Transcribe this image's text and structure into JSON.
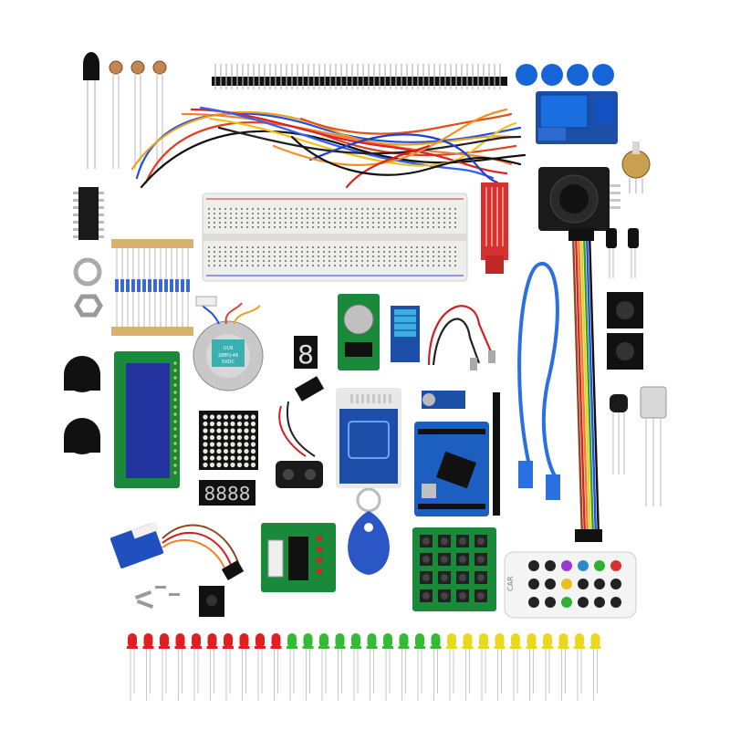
{
  "photo": {
    "background": "#ffffff"
  },
  "labels": {
    "stepper_brand": "ULN",
    "stepper_model": "28BYJ-48",
    "stepper_voltage": "5VDC",
    "remote_brand": "CAR",
    "seven_segment_digit": "8",
    "four_digit_display": "8888"
  },
  "colors": {
    "pcb_blue": "#1d4fa8",
    "pcb_green": "#1a8a3a",
    "lcd_blue": "#2233a0",
    "breadboard": "#eeeeea",
    "led_red": "#e02020",
    "led_green": "#33bb33",
    "led_yellow": "#e8d820",
    "keyfob_blue": "#2a56c6",
    "servo_blue": "#2050c0",
    "cap_blue": "#1565d8"
  },
  "led_row": {
    "red_count": 10,
    "green_count": 10,
    "yellow_count": 10
  }
}
